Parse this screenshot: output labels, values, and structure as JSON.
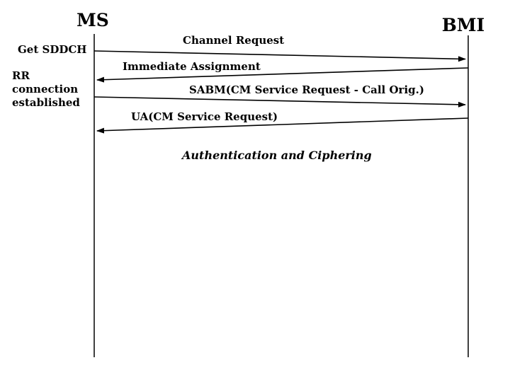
{
  "diagram": {
    "type": "sequence-diagram",
    "actors": [
      {
        "id": "MS",
        "label": "MS"
      },
      {
        "id": "BMI",
        "label": "BMI"
      }
    ],
    "messages": [
      {
        "label": "Channel Request",
        "from": "MS",
        "to": "BMI"
      },
      {
        "label": "Immediate Assignment",
        "from": "BMI",
        "to": "MS"
      },
      {
        "label": "SABM(CM Service Request - Call Orig.)",
        "from": "MS",
        "to": "BMI"
      },
      {
        "label": "UA(CM Service Request)",
        "from": "BMI",
        "to": "MS"
      }
    ],
    "side_notes": [
      {
        "label": "Get SDDCH"
      },
      {
        "label": "RR connection established"
      }
    ],
    "annotations": [
      {
        "label": "Authentication and Ciphering",
        "style": "bold-italic"
      }
    ],
    "colors": {
      "line": "#000000",
      "text": "#000000",
      "background": "#ffffff"
    }
  }
}
